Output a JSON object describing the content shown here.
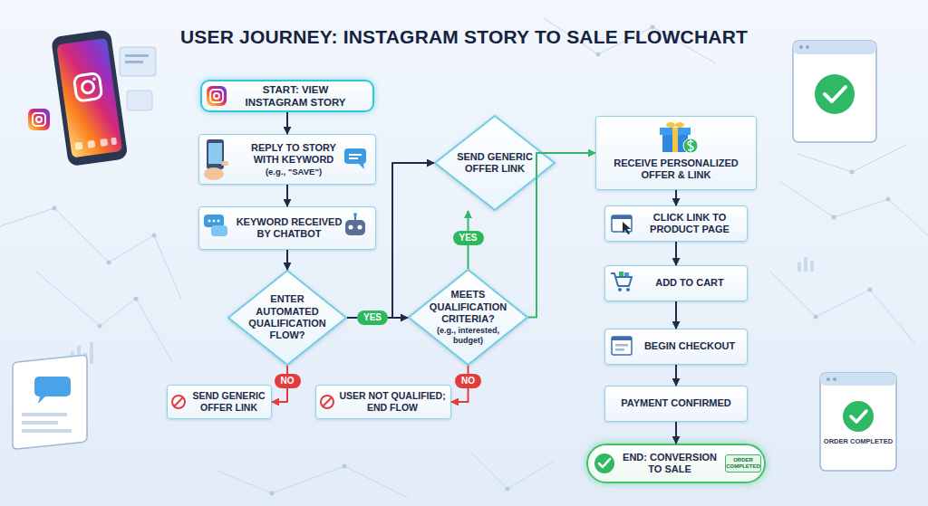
{
  "diagram": {
    "title": "USER JOURNEY: INSTAGRAM STORY TO SALE FLOWCHART",
    "nodes": [
      {
        "text": [
          "START: VIEW INSTAGRAM STORY"
        ]
      },
      {
        "text": [
          "REPLY TO STORY WITH KEYWORD",
          "(e.g., \"SAVE\")"
        ]
      },
      {
        "text": [
          "KEYWORD RECEIVED BY CHATBOT"
        ]
      },
      {
        "text": [
          "ENTER AUTOMATED QUALIFICATION FLOW?"
        ]
      },
      {
        "text": [
          "SEND GENERIC OFFER LINK"
        ]
      },
      {
        "text": [
          "SEND GENERIC OFFER LINK"
        ]
      },
      {
        "text": [
          "MEETS QUALIFICATION CRITERIA?",
          "(e.g., interested, budget)"
        ]
      },
      {
        "text": [
          "USER NOT QUALIFIED; END FLOW"
        ]
      },
      {
        "text": [
          "RECEIVE PERSONALIZED OFFER & LINK"
        ]
      },
      {
        "text": [
          "CLICK LINK TO PRODUCT PAGE"
        ]
      },
      {
        "text": [
          "ADD TO CART"
        ]
      },
      {
        "text": [
          "BEGIN CHECKOUT"
        ]
      },
      {
        "text": [
          "PAYMENT CONFIRMED"
        ]
      },
      {
        "text": [
          "END: CONVERSION TO SALE",
          "ORDER COMPLETED"
        ]
      }
    ],
    "edges": [
      {
        "from": 0,
        "to": 1,
        "arrow": "to"
      },
      {
        "from": 1,
        "to": 2,
        "arrow": "to"
      },
      {
        "from": 2,
        "to": 3,
        "arrow": "to"
      },
      {
        "from": 3,
        "to": 4,
        "label": "NO",
        "arrow": "to"
      },
      {
        "from": 3,
        "to": 6,
        "label": "YES",
        "arrow": "to"
      },
      {
        "from": 3,
        "to": 5,
        "arrow": "to"
      },
      {
        "from": 6,
        "to": 5,
        "label": "YES",
        "arrow": "to"
      },
      {
        "from": 6,
        "to": 7,
        "label": "NO",
        "arrow": "to"
      },
      {
        "from": 6,
        "to": 8,
        "arrow": "to"
      },
      {
        "from": 8,
        "to": 9,
        "arrow": "to"
      },
      {
        "from": 9,
        "to": 10,
        "arrow": "to"
      },
      {
        "from": 10,
        "to": 11,
        "arrow": "to"
      },
      {
        "from": 11,
        "to": 12,
        "arrow": "to"
      },
      {
        "from": 12,
        "to": 13,
        "arrow": "to"
      }
    ],
    "labels": [
      "ORDER COMPLETED"
    ]
  }
}
